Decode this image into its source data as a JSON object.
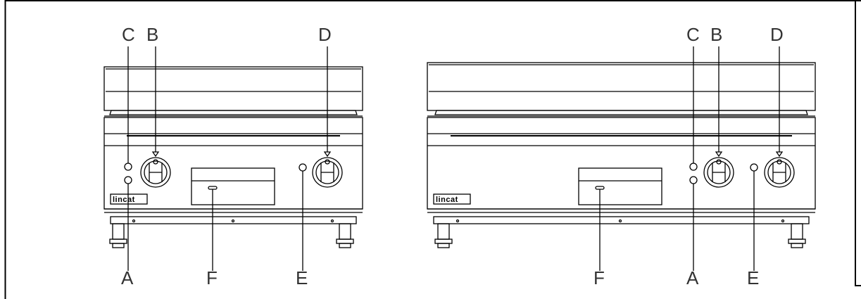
{
  "units": [
    {
      "logo": "lincat",
      "labels": {
        "A": "A",
        "B": "B",
        "C": "C",
        "D": "D",
        "E": "E",
        "F": "F"
      }
    },
    {
      "logo": "lincat",
      "labels": {
        "A": "A",
        "B": "B",
        "C": "C",
        "D": "D",
        "E": "E",
        "F": "F"
      }
    }
  ],
  "icons": [
    "control-knob-icon",
    "indicator-light-icon",
    "adjustable-foot-icon"
  ],
  "colors": {
    "line": "#000000",
    "label": "#333333",
    "background": "#ffffff"
  }
}
